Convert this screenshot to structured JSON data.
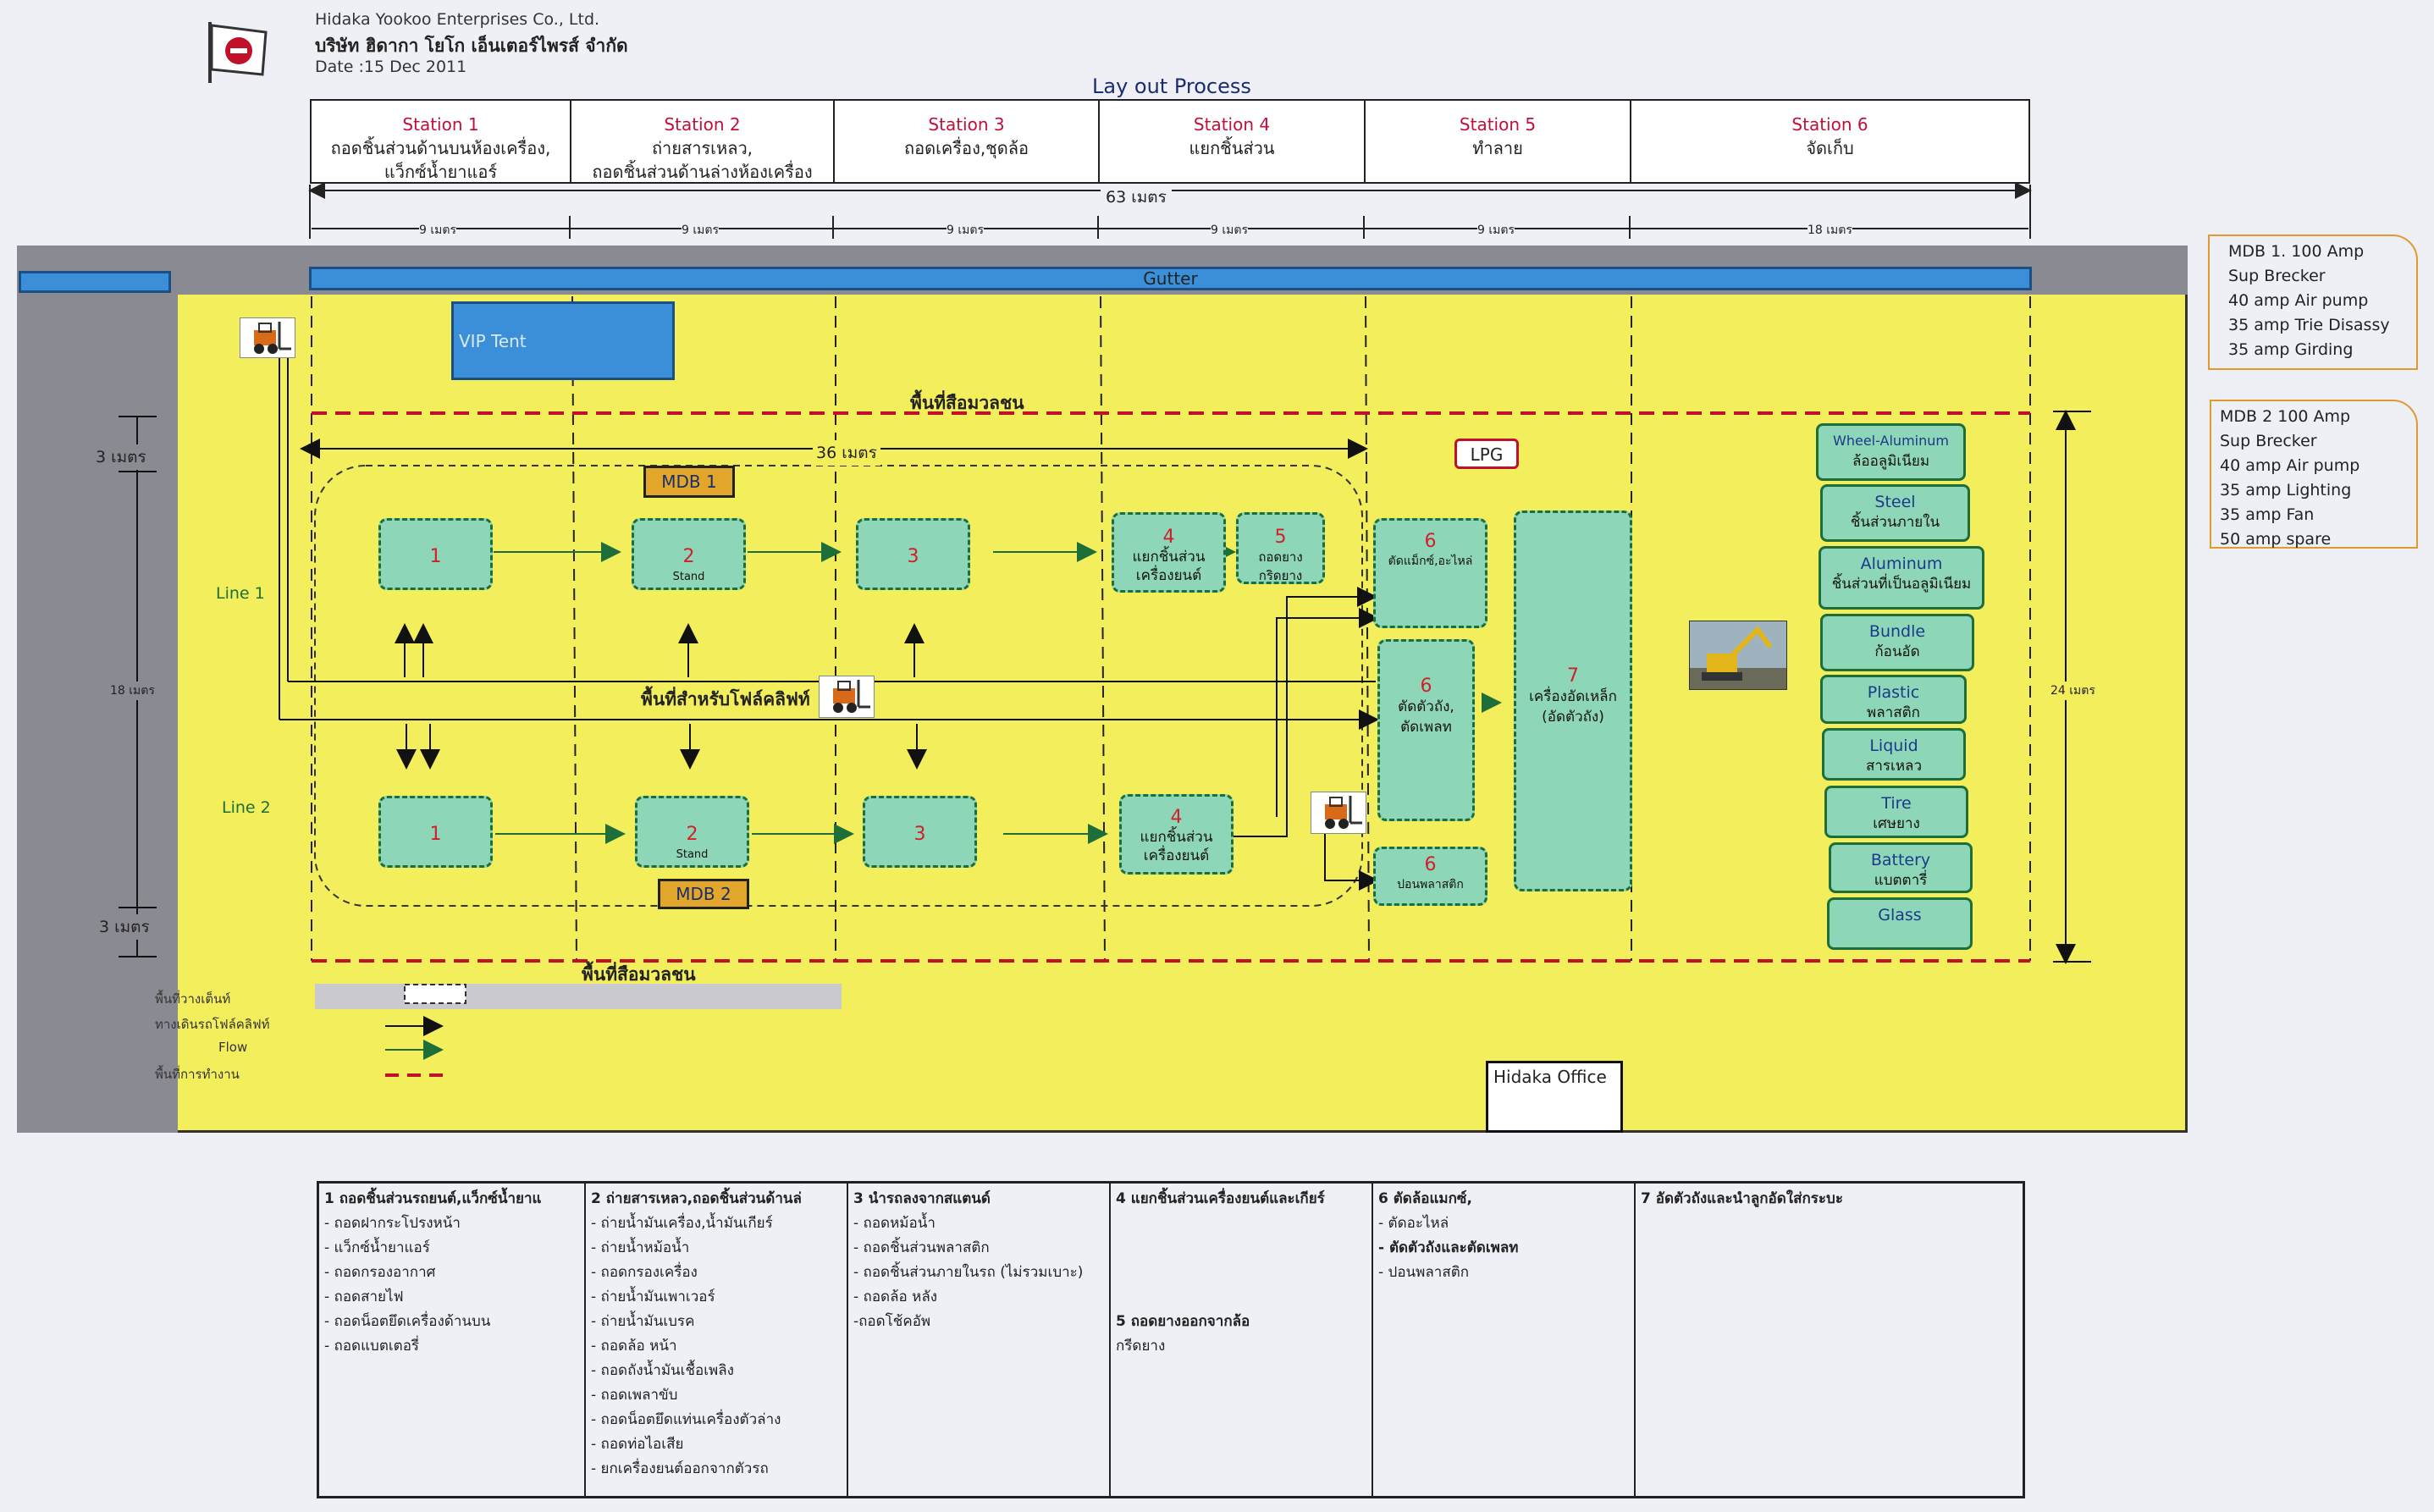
{
  "company": {
    "name_en": "Hidaka Yookoo Enterprises Co., Ltd.",
    "name_th": "บริษัท ฮิดากา โยโก เอ็นเตอร์ไพรส์ จำกัด",
    "date": "Date :15 Dec 2011"
  },
  "title": "Lay out Process",
  "stations": [
    {
      "name": "Station 1",
      "desc1": "ถอดชิ้นส่วนด้านบนห้องเครื่อง,",
      "desc2": "แว็กซ์น้ำยาแอร์"
    },
    {
      "name": "Station 2",
      "desc1": "ถ่ายสารเหลว,",
      "desc2": "ถอดชิ้นส่วนด้านล่างห้องเครื่อง"
    },
    {
      "name": "Station 3",
      "desc1": "ถอดเครื่อง,ชุดล้อ",
      "desc2": ""
    },
    {
      "name": "Station 4",
      "desc1": "แยกชิ้นส่วน",
      "desc2": ""
    },
    {
      "name": "Station 5",
      "desc1": "ทำลาย",
      "desc2": ""
    },
    {
      "name": "Station 6",
      "desc1": "จัดเก็บ",
      "desc2": ""
    }
  ],
  "dims": {
    "total": "63 เมตร",
    "s1": "9 เมตร",
    "s2": "9 เมตร",
    "s3": "9 เมตร",
    "s4": "9 เมตร",
    "s5": "9 เมตร",
    "s6": "18 เมตร",
    "inner": "36 เมตร",
    "left_top": "3 เมตร",
    "left_mid": "18 เมตร",
    "left_bot": "3 เมตร",
    "right": "24 เมตร"
  },
  "gutter": "Gutter",
  "vip_tent": "VIP Tent",
  "transport_area": "พื้นที่สือมวลชน",
  "forklift_area": "พื้นที่สำหรับโฟล์คลิฟท์",
  "lpg": "LPG",
  "mdb1_label": "MDB 1",
  "mdb2_label": "MDB 2",
  "line1": "Line 1",
  "line2": "Line 2",
  "boxes": {
    "l1_1": "1",
    "l1_2": "2",
    "l1_2_sub": "Stand",
    "l1_3": "3",
    "l1_4": "4",
    "l1_4_sub": "แยกชิ้นส่วน เครื่องยนต์",
    "l1_5": "5",
    "l1_5_sub": "ถอดยาง กริดยาง",
    "l2_1": "1",
    "l2_2": "2",
    "l2_2_sub": "Stand",
    "l2_3": "3",
    "l2_4": "4",
    "l2_4_sub": "แยกชิ้นส่วน เครื่องยนต์",
    "b6a": "6",
    "b6a_sub": "ตัดแม็กซ์,อะไหล่",
    "b6b": "6",
    "b6b_sub": "ตัดตัวถัง, ตัดเพลท",
    "b6c": "6",
    "b6c_sub": "ปอนพลาสติก",
    "b7": "7",
    "b7_sub": "เครื่องอัดเหล็ก (อัดตัวถัง)"
  },
  "categories": [
    {
      "en": "Wheel-Aluminum",
      "th": "ล้ออลูมิเนียม"
    },
    {
      "en": "Steel",
      "th": "ชิ้นส่วนภายใน"
    },
    {
      "en": "Aluminum",
      "th": "ชิ้นส่วนที่เป็นอลูมิเนียม"
    },
    {
      "en": "Bundle",
      "th": "ก้อนอัด"
    },
    {
      "en": "Plastic",
      "th": "พลาสติก"
    },
    {
      "en": "Liquid",
      "th": "สารเหลว"
    },
    {
      "en": "Tire",
      "th": "เศษยาง"
    },
    {
      "en": "Battery",
      "th": "แบตตารี่"
    },
    {
      "en": "Glass",
      "th": ""
    }
  ],
  "office": "Hidaka Office",
  "mdb1_note": [
    "MDB 1.   100 Amp",
    "Sup Brecker",
    "40 amp Air  pump",
    "35 amp Trie  Disassy",
    "35 amp Girding"
  ],
  "mdb2_note": [
    "MDB 2       100 Amp",
    "Sup Brecker",
    "40 amp Air  pump",
    "35 amp Lighting",
    "35 amp Fan",
    "50 amp spare"
  ],
  "legend": {
    "dashed_box": "พื้นที่วางเต็นท์",
    "arrow_black": "ทางเดินรถโฟล์คลิฟท์",
    "arrow_green": "Flow",
    "red_dash": "พื้นที่การทำงาน"
  },
  "desc_columns": [
    {
      "title": "1 ถอดชิ้นส่วนรถยนต์,แว็กซ์น้ำยาแ",
      "items": [
        "- ถอดฝากระโปรงหน้า",
        "- แว็กซ์น้ำยาแอร์",
        "- ถอดกรองอากาศ",
        "- ถอดสายไฟ",
        "- ถอดน็อตยึดเครื่องด้านบน",
        "- ถอดแบตเตอรี่"
      ]
    },
    {
      "title": "2 ถ่ายสารเหลว,ถอดชิ้นส่วนด้านล่",
      "items": [
        "- ถ่ายน้ำมันเครื่อง,น้ำมันเกียร์",
        "- ถ่ายน้ำหม้อน้ำ",
        "- ถอดกรองเครื่อง",
        "- ถ่ายน้ำมันเพาเวอร์",
        "- ถ่ายน้ำมันเบรค",
        "- ถอดล้อ หน้า",
        "- ถอดถังน้ำมันเชื้อเพลิง",
        "- ถอดเพลาขับ",
        "- ถอดน็อตยึดแท่นเครื่องตัวล่าง",
        "- ถอดท่อไอเสีย",
        "- ยกเครื่องยนต์ออกจากตัวรถ"
      ]
    },
    {
      "title": "3 นำรถลงจากสแตนด์",
      "items": [
        "- ถอดหม้อน้ำ",
        "- ถอดชิ้นส่วนพลาสติก",
        "- ถอดชิ้นส่วนภายในรถ (ไม่รวมเบาะ)",
        "- ถอดล้อ หลัง",
        "-ถอดโช้คอัพ"
      ]
    },
    {
      "title": "4 แยกชิ้นส่วนเครื่องยนต์และเกียร์",
      "items": [
        "",
        "",
        "",
        "",
        "5  ถอดยางออกจากล้อ",
        "   กรีดยาง"
      ]
    },
    {
      "title": "6 ตัดล้อแมกซ์,",
      "items": [
        " - ตัดอะไหล่",
        " - ตัดตัวถังและตัดเพลท",
        " - ปอนพลาสติก"
      ]
    },
    {
      "title": "7 อัดตัวถังและนำลูกอัดใส่กระบะ",
      "items": []
    }
  ]
}
